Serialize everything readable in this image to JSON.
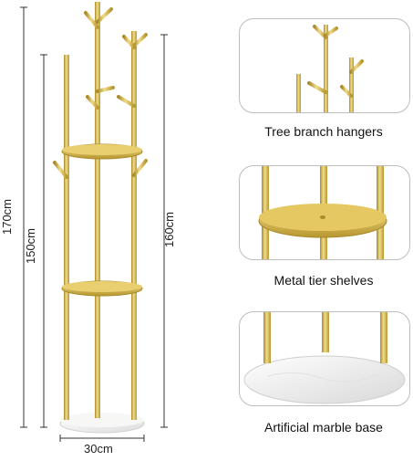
{
  "product": {
    "dimensions": {
      "height_total": "170cm",
      "height_side": "150cm",
      "height_right": "160cm",
      "width_base": "30cm"
    },
    "colors": {
      "gold": "#d9b84a",
      "gold_light": "#f1dc8a",
      "gold_dark": "#a88a2a",
      "marble": "#f2f2f0"
    }
  },
  "features": [
    {
      "caption": "Tree branch hangers",
      "icon": "branch-hangers-closeup"
    },
    {
      "caption": "Metal tier shelves",
      "icon": "tier-shelf-closeup"
    },
    {
      "caption": "Artificial marble base",
      "icon": "marble-base-closeup"
    }
  ]
}
